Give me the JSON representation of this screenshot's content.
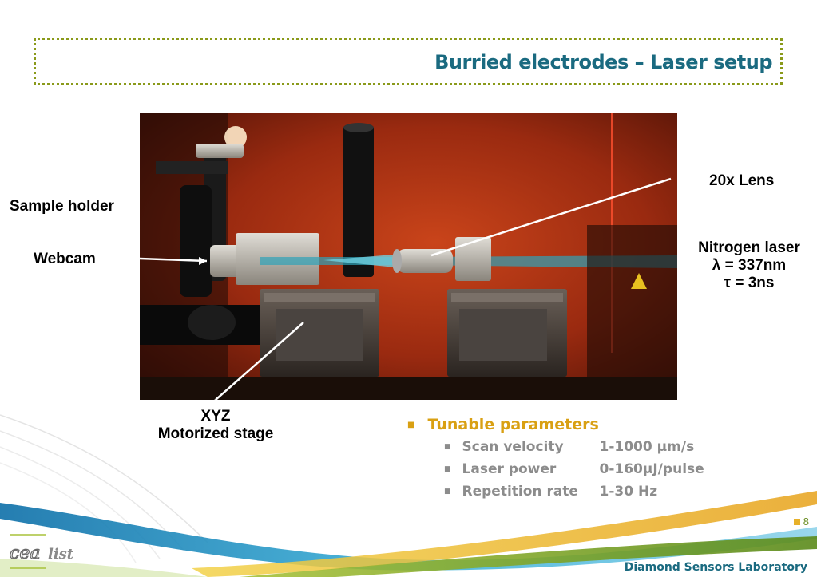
{
  "slide": {
    "title": "Burried electrodes – Laser setup",
    "page_number": "8",
    "footer": "Diamond Sensors Laboratory",
    "logo_text": "cea list"
  },
  "labels": {
    "sample_holder": "Sample holder",
    "webcam": "Webcam",
    "lens": "20x Lens",
    "laser_line1": "Nitrogen laser",
    "laser_line2": "λ = 337nm",
    "laser_line3": "τ = 3ns",
    "stage_line1": "XYZ",
    "stage_line2": "Motorized stage"
  },
  "tunable": {
    "heading": "Tunable parameters",
    "params": [
      {
        "name": "Scan velocity",
        "value": "1-1000 µm/s"
      },
      {
        "name": "Laser power",
        "value": "0-160µJ/pulse"
      },
      {
        "name": "Repetition rate",
        "value": "1-30 Hz"
      }
    ]
  },
  "colors": {
    "title": "#1a6a80",
    "heading": "#d9a013",
    "param_text": "#8c8c8c",
    "frame_dots": "#8a9a1a"
  }
}
